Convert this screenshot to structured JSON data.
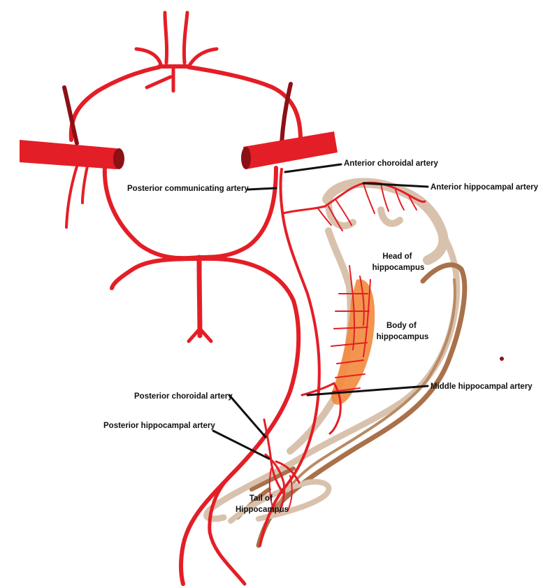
{
  "colors": {
    "artery": "#e41e26",
    "artery_dark": "#8c1016",
    "hippocampus_outline": "#d9c2ad",
    "hippocampus_body": "#f28a3c",
    "fimbria": "#a9714a",
    "label": "#111111"
  },
  "labels": {
    "anterior_choroidal": "Anterior choroidal artery",
    "posterior_communicating": "Posterior communicating artery",
    "anterior_hippocampal": "Anterior hippocampal artery",
    "head": [
      "Head of",
      "hippocampus"
    ],
    "body": [
      "Body of",
      "hippocampus"
    ],
    "middle_hippocampal": "Middle hippocampal artery",
    "posterior_choroidal": "Posterior choroidal artery",
    "posterior_hippocampal": "Posterior hippocampal artery",
    "tail": [
      "Tail of",
      "Hippocampus"
    ]
  }
}
